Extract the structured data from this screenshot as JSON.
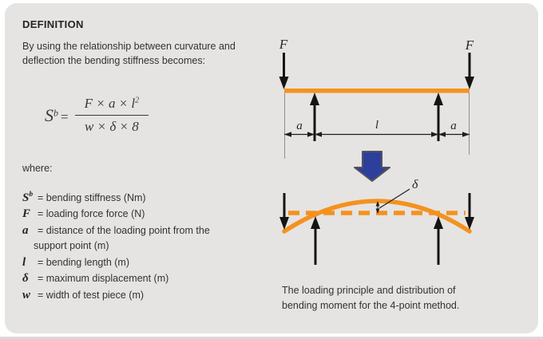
{
  "panel": {
    "title": "DEFINITION",
    "intro_line1": "By using the relationship between curvature and",
    "intro_line2": "deflection the bending stiffness becomes:",
    "where_label": "where:"
  },
  "formula": {
    "lhs_symbol": "S",
    "lhs_sup": "b",
    "equals": "=",
    "numerator": "F × a × l",
    "numerator_sup": "2",
    "denominator": "w × δ × 8"
  },
  "definitions": [
    {
      "symbol": "S",
      "sup": "b",
      "text": "= bending stiffness (Nm)"
    },
    {
      "symbol": "F",
      "text": "= loading force force (N)"
    },
    {
      "symbol": "a",
      "text": "= distance of the loading point from the",
      "text2": "support point (m)"
    },
    {
      "symbol": "l",
      "text": "= bending length (m)"
    },
    {
      "symbol": "δ",
      "text": "= maximum displacement (m)"
    },
    {
      "symbol": "w",
      "text": "= width of test piece (m)"
    }
  ],
  "diagram": {
    "force_label_left": "F",
    "force_label_right": "F",
    "dim_a_left": "a",
    "dim_length": "l",
    "dim_a_right": "a",
    "delta_label": "δ",
    "caption_line1": "The loading principle and distribution of",
    "caption_line2": "bending moment for the 4-point method."
  },
  "colors": {
    "beam_orange": "#F5921E",
    "arrow_blue": "#2C3F9C",
    "arrow_blue_border": "#54535B",
    "panel_bg": "#E5E4E3",
    "text": "#2E2D2C"
  }
}
